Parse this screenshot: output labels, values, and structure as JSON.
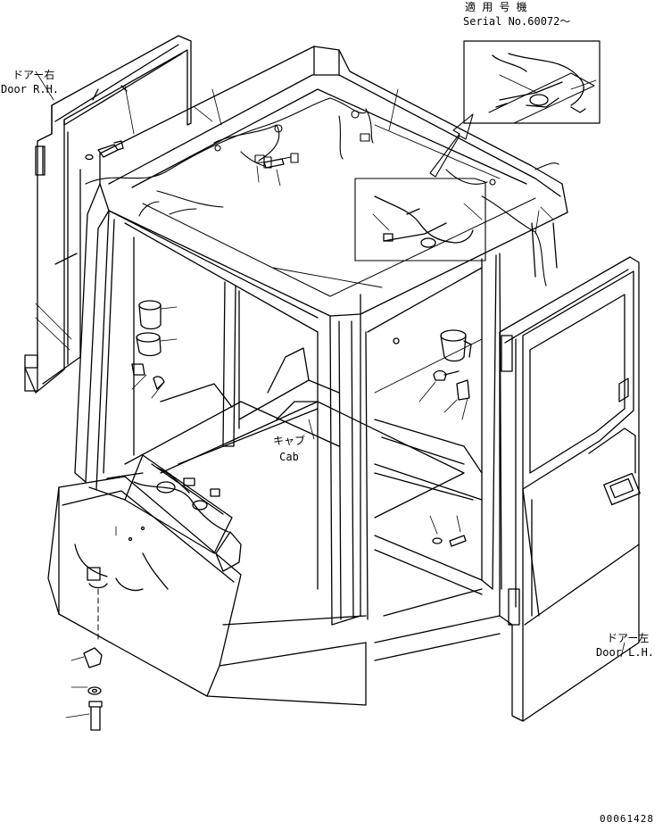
{
  "serial_note": {
    "jp": "適 用 号 機",
    "en": "Serial No.60072～"
  },
  "door_rh": {
    "jp": "ドアー右",
    "en": "Door R.H."
  },
  "door_lh": {
    "jp": "ドアー左",
    "en": "Door L.H."
  },
  "cab": {
    "jp": "キャブ",
    "en": "Cab"
  },
  "figure_number": "00061428"
}
